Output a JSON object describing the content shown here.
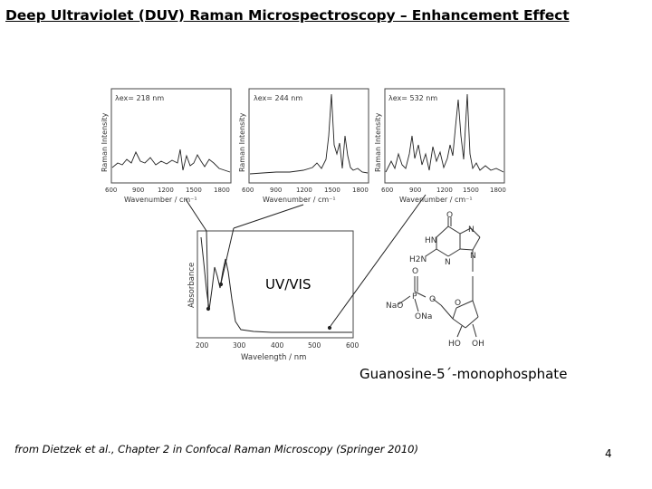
{
  "slide": {
    "title": "Deep Ultraviolet (DUV) Raman Microspectroscopy – Enhancement Effect",
    "uvvis_label": "UV/VIS",
    "molecule_caption": "Guanosine-5´-monophosphate",
    "source_credit": "from Dietzek et al., Chapter 2 in Confocal Raman Microscopy (Springer 2010)",
    "page_number": "4"
  },
  "raman_panels": [
    {
      "excitation_label": "λex= 218 nm",
      "ylabel": "Raman Intensity",
      "xlabel": "Wavenumber / cm⁻¹",
      "ticks": [
        "600",
        "900",
        "1200",
        "1500",
        "1800"
      ]
    },
    {
      "excitation_label": "λex= 244 nm",
      "ylabel": "Raman Intensity",
      "xlabel": "Wavenumber / cm⁻¹",
      "ticks": [
        "600",
        "900",
        "1200",
        "1500",
        "1800"
      ]
    },
    {
      "excitation_label": "λex= 532 nm",
      "ylabel": "Raman Intensity",
      "xlabel": "Wavenumber / cm⁻¹",
      "ticks": [
        "600",
        "900",
        "1200",
        "1500",
        "1800"
      ]
    }
  ],
  "absorbance_plot": {
    "ylabel": "Absorbance",
    "xlabel": "Wavelength / nm",
    "ticks": [
      "200",
      "300",
      "400",
      "500",
      "600"
    ]
  },
  "molecule_labels": {
    "o": "O",
    "hn": "HN",
    "n1": "N",
    "h2n": "H2N",
    "n2": "N",
    "n3": "N",
    "p_o_top": "O",
    "p": "P",
    "nao": "NaO",
    "ona": "ONa",
    "o_bridge": "O",
    "ring_o": "O",
    "ho": "HO",
    "oh": "OH"
  }
}
